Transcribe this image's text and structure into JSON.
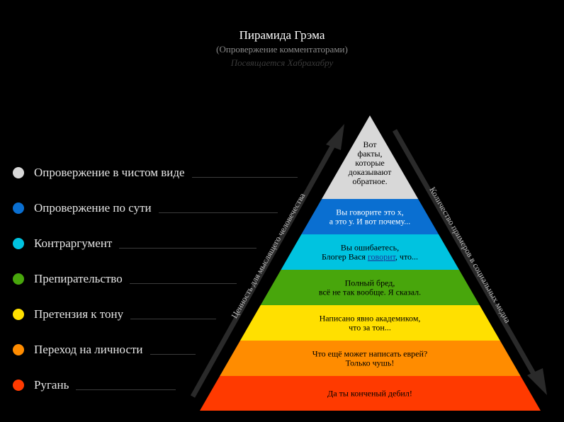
{
  "header": {
    "title": "Пирамида Грэма",
    "subtitle": "(Опровержение комментаторами)",
    "dedication": "Посвящается Хабрахабру"
  },
  "legend": [
    {
      "label": "Опровержение в чистом виде",
      "color": "#d8d8d8"
    },
    {
      "label": "Опровержение по сути",
      "color": "#0a6fd1"
    },
    {
      "label": "Контраргумент",
      "color": "#00c3e0"
    },
    {
      "label": "Препирательство",
      "color": "#48a60c"
    },
    {
      "label": "Претензия к тону",
      "color": "#ffe000"
    },
    {
      "label": "Переход на личности",
      "color": "#ff8c00"
    },
    {
      "label": "Ругань",
      "color": "#ff3a00"
    }
  ],
  "pyramid": {
    "levels": [
      {
        "lines": [
          "Вот",
          "факты,",
          "которые",
          "доказывают",
          "обратное."
        ],
        "color": "#d8d8d8",
        "text_color": "#000000"
      },
      {
        "lines": [
          "Вы говорите это х,",
          "а это у. И вот почему..."
        ],
        "color": "#0a6fd1",
        "text_color": "#ffffff"
      },
      {
        "lines": [
          "Вы ошибаетесь,",
          "Блогер Вася говорит, что..."
        ],
        "color": "#00c3e0",
        "text_color": "#000000",
        "link_word": "говорит"
      },
      {
        "lines": [
          "Полный бред,",
          "всё не так вообще. Я сказал."
        ],
        "color": "#48a60c",
        "text_color": "#000000"
      },
      {
        "lines": [
          "Написано явно академиком,",
          "что за тон..."
        ],
        "color": "#ffe000",
        "text_color": "#000000"
      },
      {
        "lines": [
          "Что ещё может написать еврей?",
          "Только чушь!"
        ],
        "color": "#ff8c00",
        "text_color": "#000000"
      },
      {
        "lines": [
          "Да ты конченый дебил!"
        ],
        "color": "#ff3a00",
        "text_color": "#000000"
      }
    ]
  },
  "arrows": {
    "left_label": "Ценность для мыслящего человечества",
    "right_label": "Количество примеров в социальных медиа",
    "color": "#2a2a2a",
    "label_color": "#bdbdbd"
  }
}
